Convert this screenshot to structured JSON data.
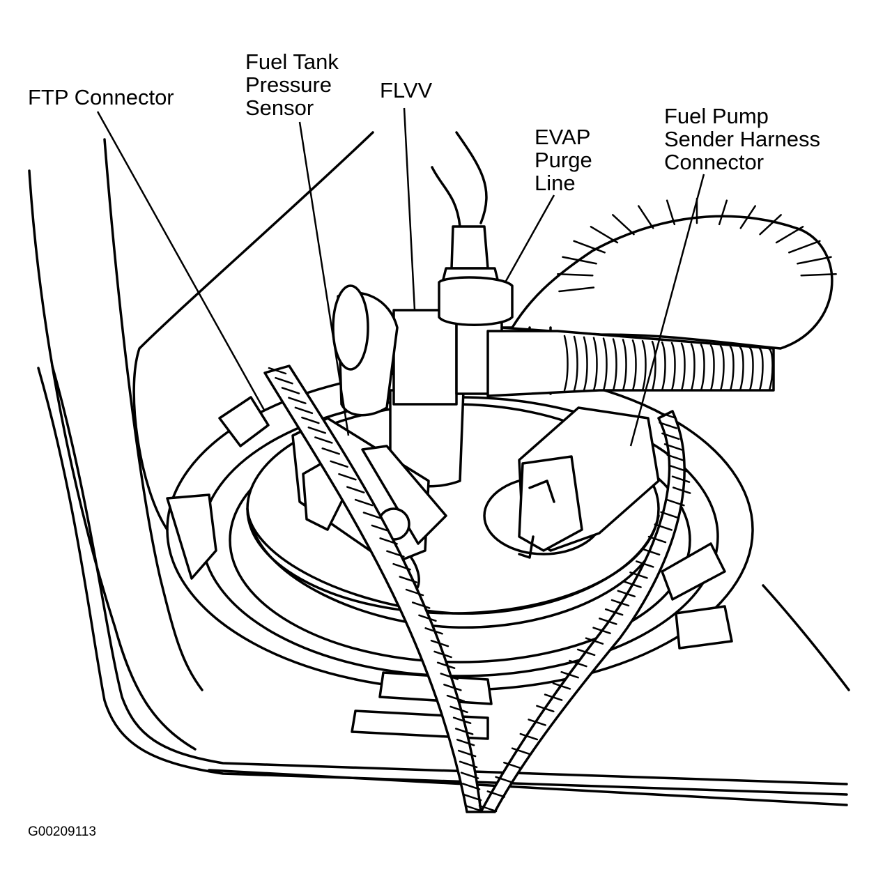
{
  "labels": {
    "ftp_connector": "FTP Connector",
    "fuel_tank_pressure_sensor": [
      "Fuel Tank",
      "Pressure",
      "Sensor"
    ],
    "flvv": "FLVV",
    "evap_purge_line": [
      "EVAP",
      "Purge",
      "Line"
    ],
    "fuel_pump_sender_harness_connector": [
      "Fuel Pump",
      "Sender Harness",
      "Connector"
    ]
  },
  "figure_id": "G00209113",
  "colors": {
    "ink": "#000000",
    "paper": "#ffffff"
  }
}
